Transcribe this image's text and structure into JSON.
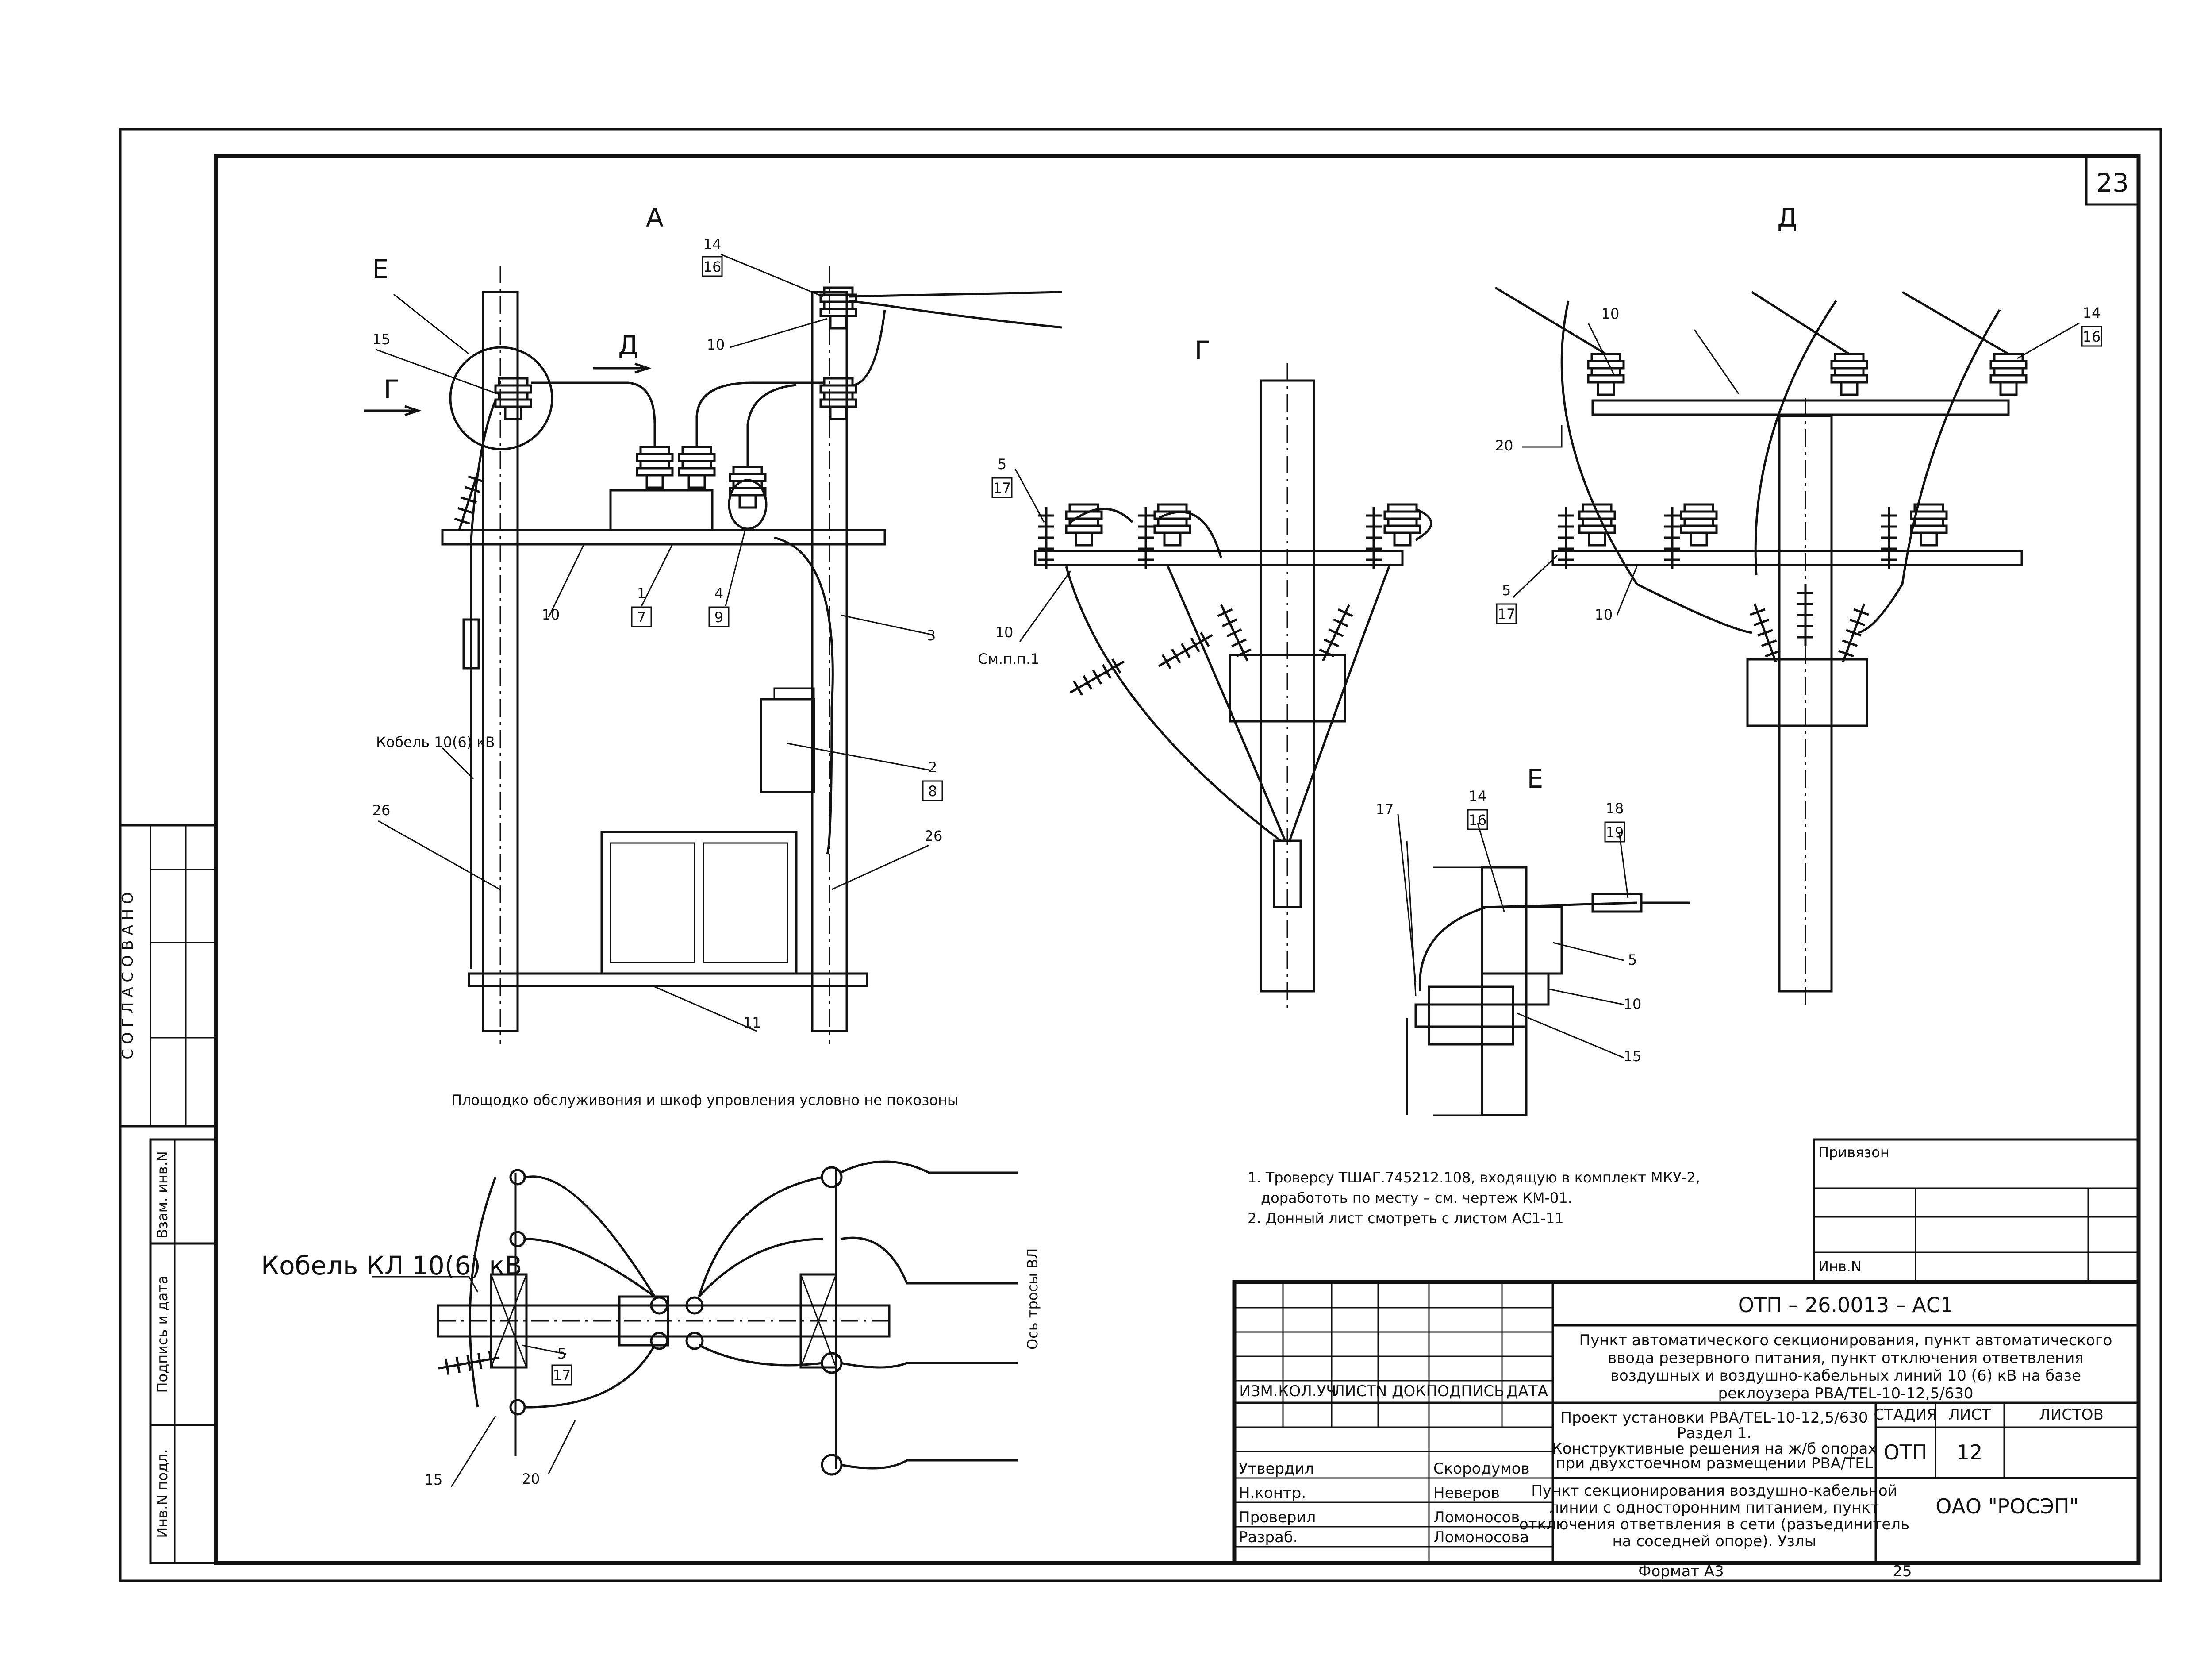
{
  "sheet_number": "23",
  "views": {
    "a": "А",
    "d": "Д",
    "g": "Г",
    "e": "Е",
    "e_marker": "Е",
    "g_arrow": "Г",
    "d_arrow": "Д"
  },
  "view_a_callouts": {
    "c14": "14",
    "c16": "16",
    "c10_top": "10",
    "c15": "15",
    "c1": "1",
    "c7": "7",
    "c4": "4",
    "c9": "9",
    "c10_left": "10",
    "c3": "3",
    "c2": "2",
    "c8": "8",
    "c26_left": "26",
    "c26_right": "26",
    "c11": "11",
    "cable_label": "Кобель 10(6) кВ"
  },
  "view_a_note": "Площодко обслуживония и шкоф упровления условно не покозоны",
  "view_g_callouts": {
    "c5": "5",
    "c17": "17",
    "c10": "10",
    "c10_note": "См.п.п.1"
  },
  "view_d_callouts": {
    "c10": "10",
    "c14": "14",
    "c16": "16",
    "c20": "20",
    "c5": "5",
    "c17": "17",
    "c10_bottom": "10"
  },
  "view_e_callouts": {
    "c17": "17",
    "c14": "14",
    "c16": "16",
    "c18": "18",
    "c19": "19",
    "c5": "5",
    "c10": "10",
    "c15": "15"
  },
  "plan_view": {
    "cable_label": "Кобель КЛ 10(6) кВ",
    "c5": "5",
    "c17": "17",
    "c15": "15",
    "c20": "20",
    "axis_label": "Ось тросы ВЛ"
  },
  "notes": [
    "1. Трoверсу ТШАГ.745212.108, входящую в комплект МКУ-2,",
    "доработоть по месту – см. чертеж КМ-01.",
    "2. Донный лист смотреть с листом АС1-11"
  ],
  "side_stamp": {
    "soglasovano": "С О Г Л А С О В А Н О",
    "vzam_inv": "Взам. инв.N",
    "podpis_data": "Подпись и дата",
    "inv_podl": "Инв.N подл."
  },
  "binding_block": {
    "privyazan": "Привязон",
    "inv": "Инв.N"
  },
  "title_block": {
    "doc_code": "ОТП – 26.0013 – АС1",
    "title_lines": [
      "Пункт автоматического секционирования, пункт автоматического",
      "ввода резервного питания, пункт отключения ответвления",
      "воздушных и воздушно-кабельных линий 10 (6) кВ на базе",
      "реклоузера РВА/TEL-10-12,5/630"
    ],
    "col_headers": [
      "ИЗМ.",
      "КОЛ.УЧ",
      "ЛИСТ",
      "N ДОК.",
      "ПОДПИСЬ",
      "ДАТА"
    ],
    "project_lines": [
      "Проект установки РВА/TEL-10-12,5/630",
      "Раздел 1.",
      "Конструктивные решения на ж/б опорах",
      "при двухстоечном размещении РВА/TEL"
    ],
    "stage_header": "СТАДИЯ",
    "sheet_header": "ЛИСТ",
    "sheets_header": "ЛИСТОВ",
    "stage_value": "ОТП",
    "sheet_value": "12",
    "sheets_value": "",
    "sheet_desc_lines": [
      "Пункт секционирования воздушно-кабельной",
      "линии с односторонним питанием, пункт",
      "отключения ответвления в сети (разъединитель",
      "на соседней опоре). Узлы"
    ],
    "company": "ОАО \"РОСЭП\"",
    "signers": [
      {
        "role": "Утвердил",
        "name": "Скородумов"
      },
      {
        "role": "Н.контр.",
        "name": "Неверов"
      },
      {
        "role": "Проверил",
        "name": "Ломоносов"
      },
      {
        "role": "Разраб.",
        "name": "Ломоносова"
      }
    ]
  },
  "footer": {
    "format": "Формат А3",
    "page": "25"
  }
}
